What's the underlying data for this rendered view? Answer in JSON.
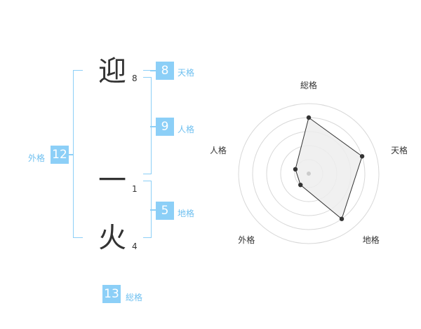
{
  "name": {
    "characters": [
      {
        "char": "迎",
        "strokes": "8"
      },
      {
        "char": "一",
        "strokes": "1"
      },
      {
        "char": "火",
        "strokes": "4"
      }
    ]
  },
  "kakusu": {
    "tenkaku": {
      "value": "8",
      "label": "天格"
    },
    "jinkaku": {
      "value": "9",
      "label": "人格"
    },
    "chikaku": {
      "value": "5",
      "label": "地格"
    },
    "gaikaku": {
      "value": "12",
      "label": "外格"
    },
    "soukaku": {
      "value": "13",
      "label": "総格"
    }
  },
  "chart_data": {
    "type": "radar",
    "axes": [
      "総格",
      "天格",
      "地格",
      "外格",
      "人格"
    ],
    "values": [
      4,
      4,
      4,
      1,
      1
    ],
    "max": 5,
    "rings": 5,
    "fill_color": "#ededed",
    "line_color": "#333333"
  },
  "colors": {
    "accent": "#8ccff7",
    "accent_text": "#6fc0f0",
    "text": "#333333"
  }
}
